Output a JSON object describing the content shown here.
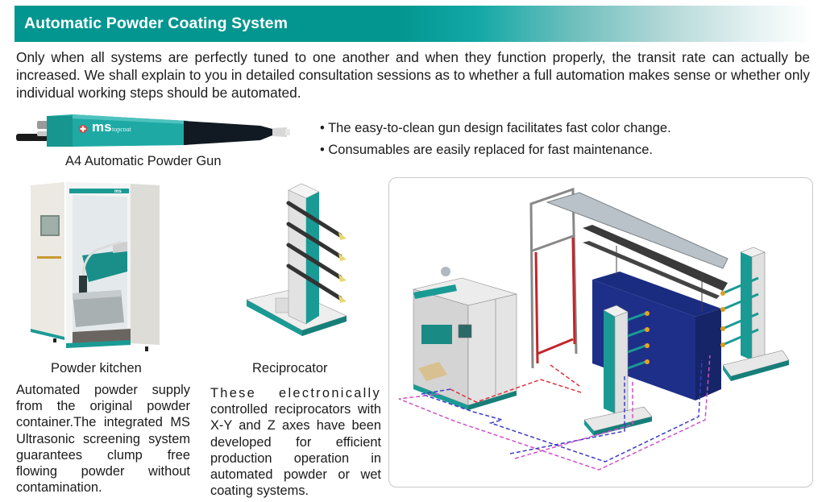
{
  "header": {
    "title": "Automatic Powder Coating System",
    "accent_color": "#039690"
  },
  "intro": {
    "text": "Only when all systems are perfectly tuned to one another and when they function properly, the transit rate can actually be increased. We shall explain to you in detailed consultation sessions as to whether a full automation makes sense or whether only individual working steps should be automated."
  },
  "gun": {
    "caption": "A4 Automatic Powder Gun",
    "logo_text": "ms",
    "logo_subtext": "topcoat",
    "image_icon": "powder-gun-image"
  },
  "features": {
    "bullets": [
      "The easy-to-clean gun design facilitates fast color change.",
      "Consumables are easily replaced for fast maintenance."
    ],
    "bullet_glyph": "•"
  },
  "kitchen": {
    "caption": "Powder kitchen",
    "description": "Automated powder supply from the original powder container.The integrated MS Ultrasonic screening system guarantees clump free flowing powder without contamination.",
    "cabinet_label": "ms",
    "image_icon": "powder-kitchen-image"
  },
  "reciprocator": {
    "caption": "Reciprocator",
    "description_first": "These electronically",
    "description_rest": "controlled reciprocators with X-Y and Z axes have been developed for efficient production operation in automated powder or wet coating systems.",
    "image_icon": "reciprocator-image"
  },
  "system_diagram": {
    "image_icon": "coating-system-layout-diagram",
    "colors": {
      "teal": "#1a9a94",
      "workpiece": "#1e2f8a",
      "frame_red": "#c0262a",
      "line_red": "#e0303a",
      "line_blue": "#3a3ac8",
      "line_magenta": "#d050c8"
    }
  }
}
